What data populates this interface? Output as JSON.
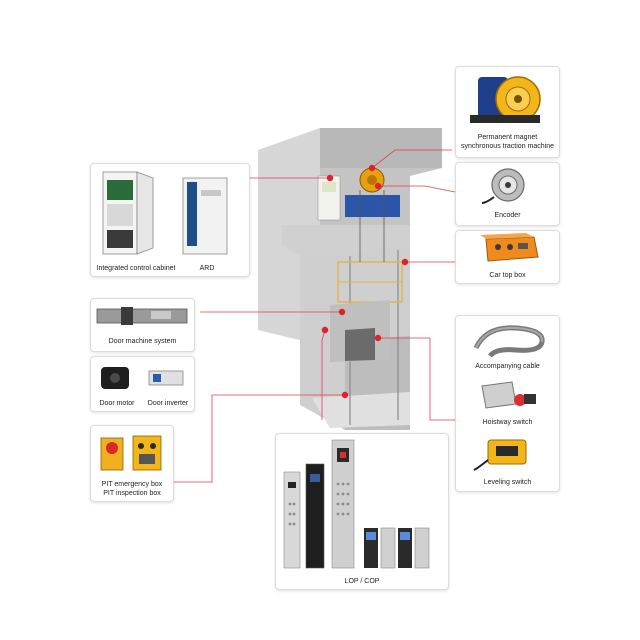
{
  "components": {
    "traction_machine": "Permanent magnet\nsynchronous traction machine",
    "encoder": "Encoder",
    "car_top_box": "Car top box",
    "control_cabinet": "Integrated control cabinet",
    "ard": "ARD",
    "door_machine": "Door machine system",
    "door_motor": "Door motor",
    "door_inverter": "Door inverter",
    "accompanying_cable": "Accompanying cable",
    "hoistway_switch": "Hoistway switch",
    "leveling_switch": "Leveling switch",
    "pit_boxes": "PIT emergency box\nPIT inspection box",
    "lop_cop": "LOP / COP"
  },
  "colors": {
    "leader": "#e0404a",
    "dot": "#e0202a",
    "shaft_wall": "#c9c9c9",
    "machine_blue": "#2b55a8",
    "traction_yellow": "#e8a010",
    "car_top_orange": "#f08a1c"
  }
}
